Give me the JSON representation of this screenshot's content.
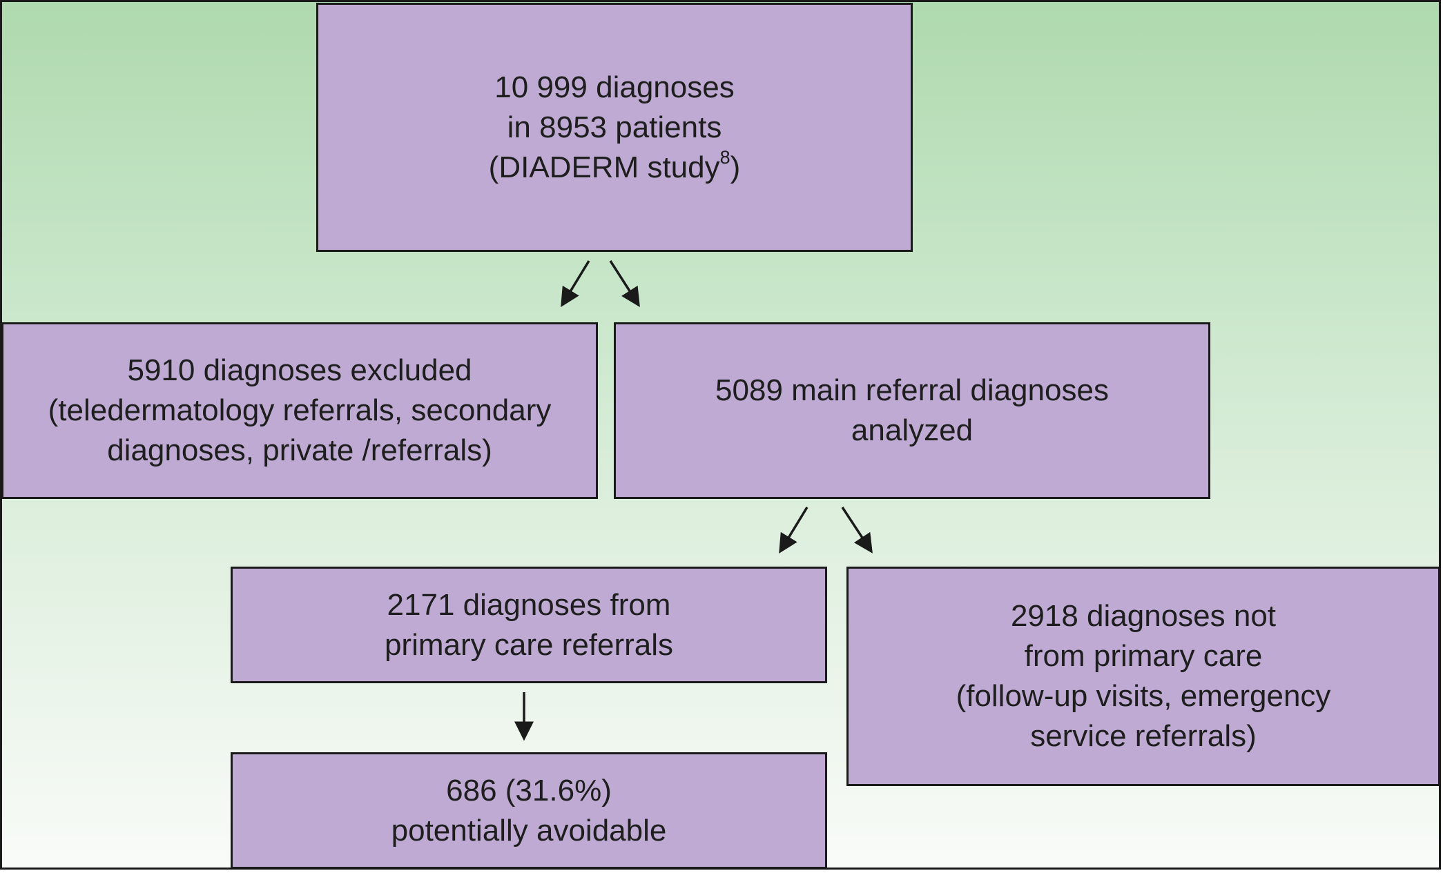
{
  "flowchart": {
    "top": {
      "line1": "10 999 diagnoses",
      "line2": "in 8953 patients",
      "line3_text": "(DIADERM study",
      "line3_sup": "8",
      "line3_close": ")"
    },
    "excluded": {
      "line1": "5910 diagnoses excluded",
      "line2": "(teledermatology referrals, secondary",
      "line3": "diagnoses, private /referrals)"
    },
    "analyzed": {
      "line1": "5089 main referral diagnoses",
      "line2": "analyzed"
    },
    "primary": {
      "line1": "2171 diagnoses from",
      "line2": "primary care referrals"
    },
    "not_primary": {
      "line1": "2918 diagnoses not",
      "line2": "from primary care",
      "line3": "(follow-up visits, emergency",
      "line4": "service referrals)"
    },
    "avoidable": {
      "line1": "686 (31.6%)",
      "line2": "potentially avoidable"
    }
  },
  "colors": {
    "box_fill": "#bfaad3",
    "box_border": "#1a1a1a",
    "background_top": "#afd9ae",
    "background_bottom": "#f9fbf8",
    "arrow": "#1a1a1a"
  }
}
